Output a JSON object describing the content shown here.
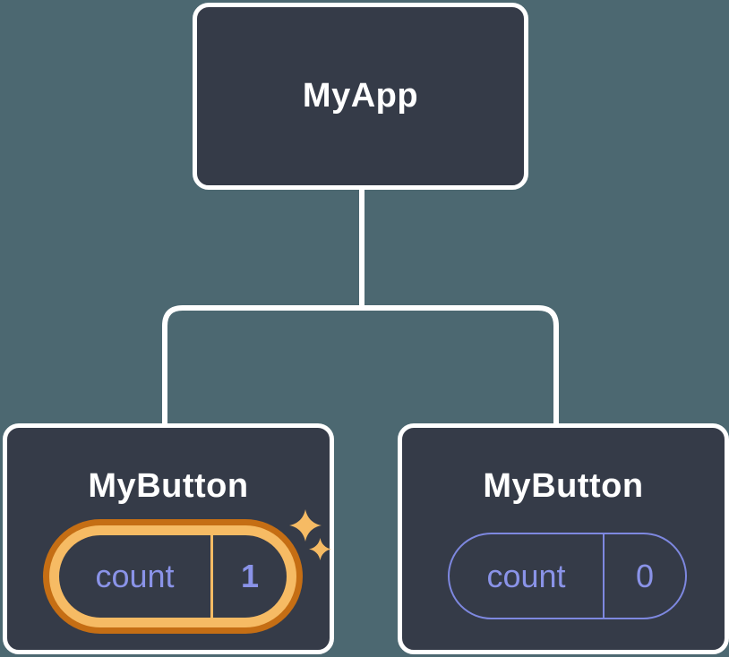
{
  "colors": {
    "background": "#4C6871",
    "node_fill": "#353B48",
    "node_border": "#FFFFFF",
    "connector": "#FFFFFF",
    "label_text": "#FFFFFF",
    "state_text": "#8A93E8",
    "state_pill_border": "#7E88E0",
    "highlight_gold": "#F6BB64",
    "highlight_orange": "#C56E14"
  },
  "tree": {
    "root": {
      "label": "MyApp"
    },
    "children": [
      {
        "label": "MyButton",
        "state": {
          "name": "count",
          "value": "1"
        },
        "highlighted": true,
        "badge_icon": "sparkle-icon"
      },
      {
        "label": "MyButton",
        "state": {
          "name": "count",
          "value": "0"
        },
        "highlighted": false
      }
    ]
  }
}
